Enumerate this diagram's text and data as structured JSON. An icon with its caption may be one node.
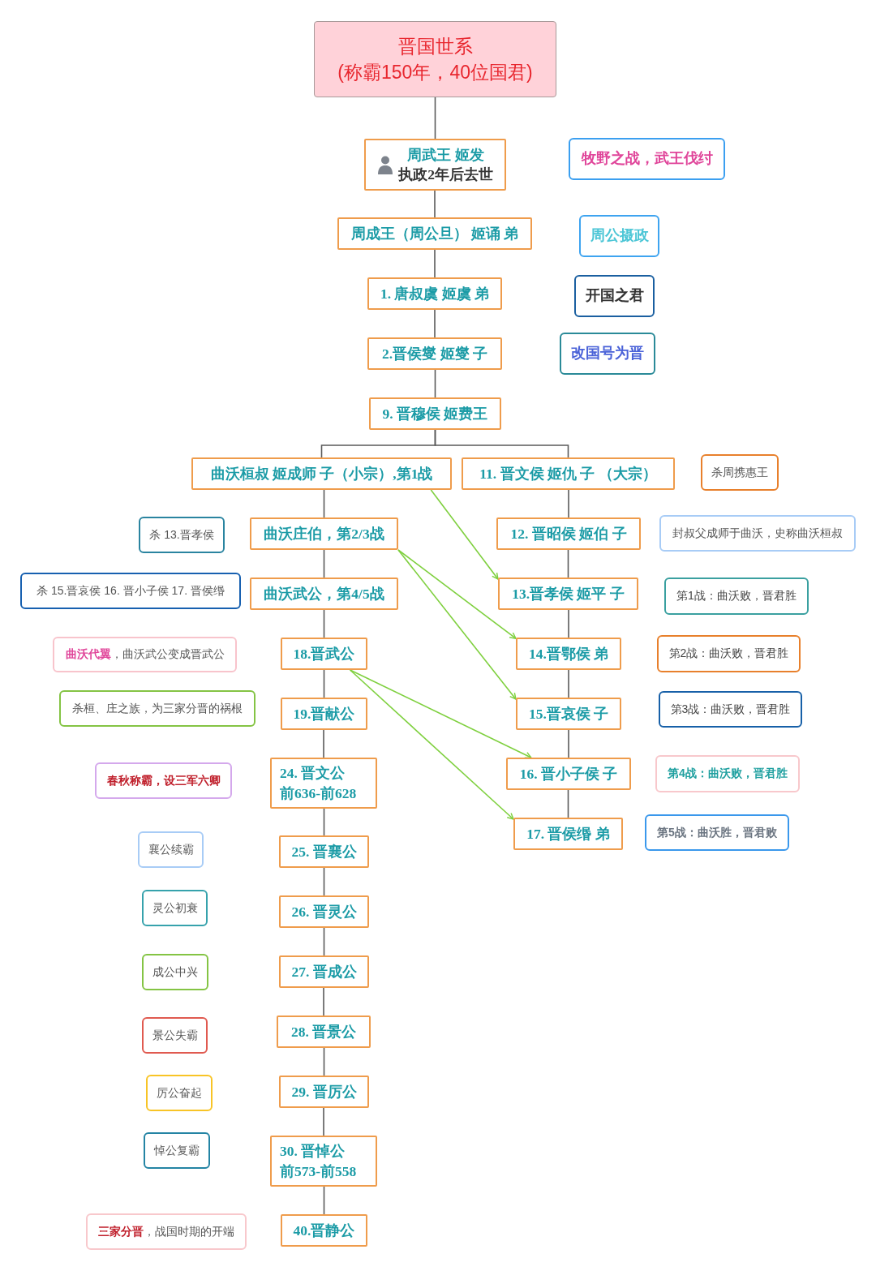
{
  "diagram": {
    "nodes": [
      {
        "text": [
          "晋国世系",
          "(称霸150年，40位国君)"
        ]
      },
      {
        "text": [
          "周武王 姬发",
          "执政2年后去世"
        ]
      },
      {
        "text": [
          "牧野之战，武王伐纣"
        ]
      },
      {
        "text": [
          "周成王（周公旦） 姬诵 弟"
        ]
      },
      {
        "text": [
          "周公摄政"
        ]
      },
      {
        "text": [
          "1. 唐叔虞 姬虞 弟"
        ]
      },
      {
        "text": [
          "开国之君"
        ]
      },
      {
        "text": [
          "2.晋侯燮 姬燮 子"
        ]
      },
      {
        "text": [
          "改国号为晋"
        ]
      },
      {
        "text": [
          "9. 晋穆侯 姬费王"
        ]
      },
      {
        "text": [
          "曲沃桓叔 姬成师 子（小宗）,第1战"
        ]
      },
      {
        "text": [
          "11. 晋文侯 姬仇 子 （大宗）"
        ]
      },
      {
        "text": [
          "杀周携惠王"
        ]
      },
      {
        "text": [
          "杀 13.晋孝侯"
        ]
      },
      {
        "text": [
          "曲沃庄伯，第2/3战"
        ]
      },
      {
        "text": [
          "12. 晋昭侯 姬伯 子"
        ]
      },
      {
        "text": [
          "封叔父成师于曲沃，史称曲沃桓叔"
        ]
      },
      {
        "text": [
          "杀 15.晋哀侯 16. 晋小子侯 17. 晋侯缗"
        ]
      },
      {
        "text": [
          "曲沃武公，第4/5战"
        ]
      },
      {
        "text": [
          "13.晋孝侯 姬平 子"
        ]
      },
      {
        "text": [
          "第1战：曲沃败，晋君胜"
        ]
      },
      {
        "text": [
          "**曲沃代翼**，曲沃武公变成晋武公"
        ]
      },
      {
        "text": [
          "18.晋武公"
        ]
      },
      {
        "text": [
          "14.晋鄂侯 弟"
        ]
      },
      {
        "text": [
          "第2战：曲沃败，晋君胜"
        ]
      },
      {
        "text": [
          "杀桓、庄之族，为三家分晋的祸根"
        ]
      },
      {
        "text": [
          "19.晋献公"
        ]
      },
      {
        "text": [
          "15.晋哀侯 子"
        ]
      },
      {
        "text": [
          "第3战：曲沃败，晋君胜"
        ]
      },
      {
        "text": [
          "春秋称霸，设三军六卿"
        ]
      },
      {
        "text": [
          "24. 晋文公",
          "前636-前628"
        ]
      },
      {
        "text": [
          "16. 晋小子侯 子"
        ]
      },
      {
        "text": [
          "第4战：曲沃败，晋君胜"
        ]
      },
      {
        "text": [
          "17. 晋侯缗 弟"
        ]
      },
      {
        "text": [
          "第5战：曲沃胜，晋君败"
        ]
      },
      {
        "text": [
          "襄公续霸"
        ]
      },
      {
        "text": [
          "25. 晋襄公"
        ]
      },
      {
        "text": [
          "灵公初衰"
        ]
      },
      {
        "text": [
          "26. 晋灵公"
        ]
      },
      {
        "text": [
          "成公中兴"
        ]
      },
      {
        "text": [
          "27. 晋成公"
        ]
      },
      {
        "text": [
          "景公失霸"
        ]
      },
      {
        "text": [
          "28. 晋景公"
        ]
      },
      {
        "text": [
          "厉公奋起"
        ]
      },
      {
        "text": [
          "29. 晋厉公"
        ]
      },
      {
        "text": [
          "悼公复霸"
        ]
      },
      {
        "text": [
          "30. 晋悼公",
          "前573-前558"
        ]
      },
      {
        "text": [
          "**三家分晋**，战国时期的开端"
        ]
      },
      {
        "text": [
          "40.晋静公"
        ]
      }
    ],
    "edges": [
      {
        "from": 0,
        "to": 1,
        "arrow": "none"
      },
      {
        "from": 1,
        "to": 3,
        "arrow": "none"
      },
      {
        "from": 3,
        "to": 5,
        "arrow": "none"
      },
      {
        "from": 5,
        "to": 7,
        "arrow": "none"
      },
      {
        "from": 7,
        "to": 9,
        "arrow": "none"
      },
      {
        "from": 9,
        "to": 10,
        "arrow": "none"
      },
      {
        "from": 9,
        "to": 11,
        "arrow": "none"
      },
      {
        "from": 10,
        "to": 14,
        "arrow": "none"
      },
      {
        "from": 14,
        "to": 18,
        "arrow": "none"
      },
      {
        "from": 18,
        "to": 22,
        "arrow": "none"
      },
      {
        "from": 22,
        "to": 26,
        "arrow": "none"
      },
      {
        "from": 26,
        "to": 30,
        "arrow": "none"
      },
      {
        "from": 30,
        "to": 36,
        "arrow": "none"
      },
      {
        "from": 36,
        "to": 38,
        "arrow": "none"
      },
      {
        "from": 38,
        "to": 40,
        "arrow": "none"
      },
      {
        "from": 40,
        "to": 42,
        "arrow": "none"
      },
      {
        "from": 42,
        "to": 44,
        "arrow": "none"
      },
      {
        "from": 44,
        "to": 46,
        "arrow": "none"
      },
      {
        "from": 46,
        "to": 48,
        "arrow": "none"
      },
      {
        "from": 11,
        "to": 15,
        "arrow": "none"
      },
      {
        "from": 15,
        "to": 19,
        "arrow": "none"
      },
      {
        "from": 19,
        "to": 23,
        "arrow": "none"
      },
      {
        "from": 23,
        "to": 27,
        "arrow": "none"
      },
      {
        "from": 27,
        "to": 31,
        "arrow": "none"
      },
      {
        "from": 31,
        "to": 33,
        "arrow": "none"
      },
      {
        "from": 10,
        "to": 19,
        "arrow": "to",
        "color": "#7fd03f"
      },
      {
        "from": 14,
        "to": 23,
        "arrow": "to",
        "color": "#7fd03f"
      },
      {
        "from": 14,
        "to": 27,
        "arrow": "to",
        "color": "#7fd03f"
      },
      {
        "from": 22,
        "to": 31,
        "arrow": "to",
        "color": "#7fd03f"
      },
      {
        "from": 22,
        "to": 33,
        "arrow": "to",
        "color": "#7fd03f"
      }
    ]
  }
}
